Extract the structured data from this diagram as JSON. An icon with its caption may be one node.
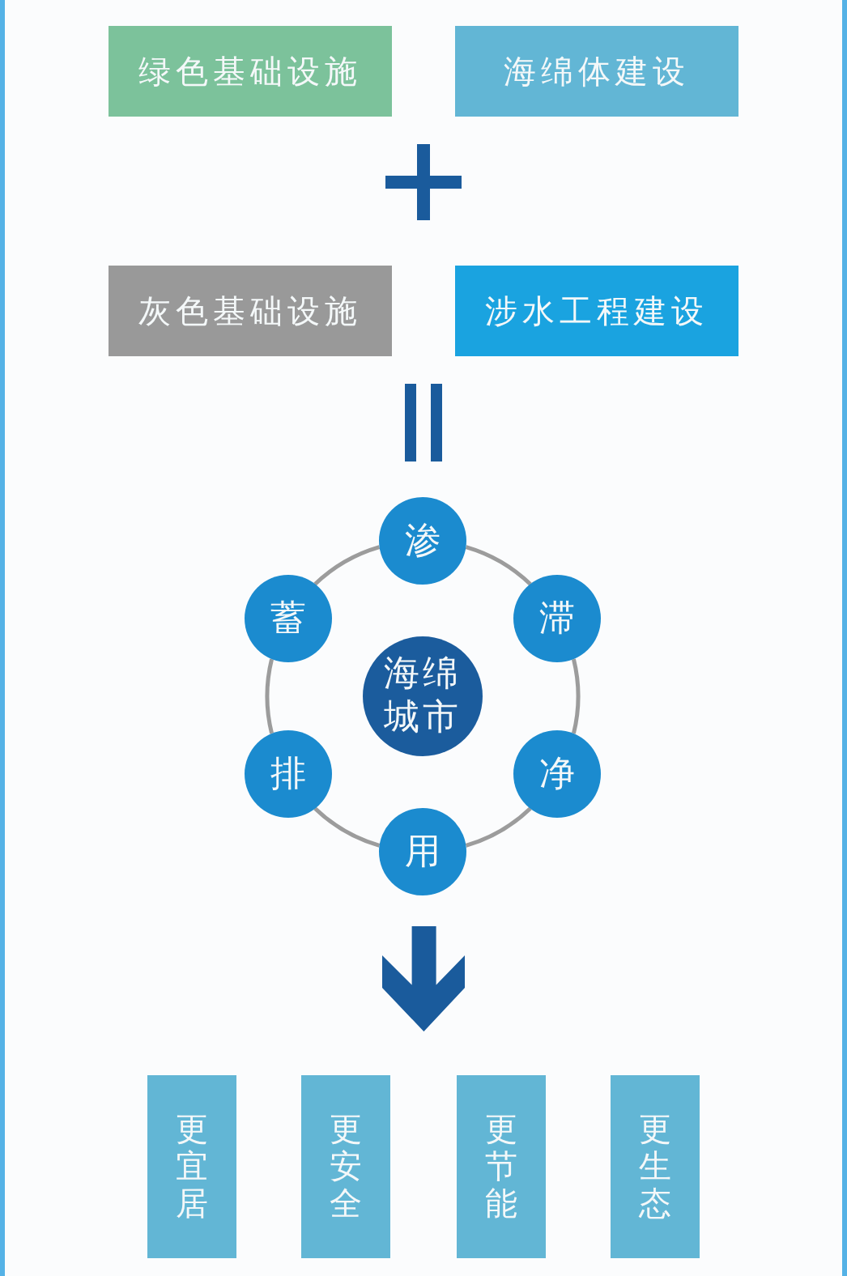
{
  "diagram": {
    "nodes": [
      {
        "text": [
          "绿色基础设施"
        ]
      },
      {
        "text": [
          "海绵体建设"
        ]
      },
      {
        "text": [
          "灰色基础设施"
        ]
      },
      {
        "text": [
          "涉水工程建设"
        ]
      },
      {
        "text": [
          "海绵城市"
        ]
      },
      {
        "text": [
          "渗"
        ]
      },
      {
        "text": [
          "滞"
        ]
      },
      {
        "text": [
          "净"
        ]
      },
      {
        "text": [
          "用"
        ]
      },
      {
        "text": [
          "排"
        ]
      },
      {
        "text": [
          "蓄"
        ]
      },
      {
        "text": [
          "更宜居"
        ]
      },
      {
        "text": [
          "更安全"
        ]
      },
      {
        "text": [
          "更节能"
        ]
      },
      {
        "text": [
          "更生态"
        ]
      }
    ],
    "edges": [
      {
        "from": 5,
        "to": 6,
        "arrow": "none"
      },
      {
        "from": 6,
        "to": 7,
        "arrow": "none"
      },
      {
        "from": 7,
        "to": 8,
        "arrow": "none"
      },
      {
        "from": 8,
        "to": 9,
        "arrow": "none"
      },
      {
        "from": 9,
        "to": 10,
        "arrow": "none"
      },
      {
        "from": 10,
        "to": 5,
        "arrow": "none"
      }
    ]
  }
}
